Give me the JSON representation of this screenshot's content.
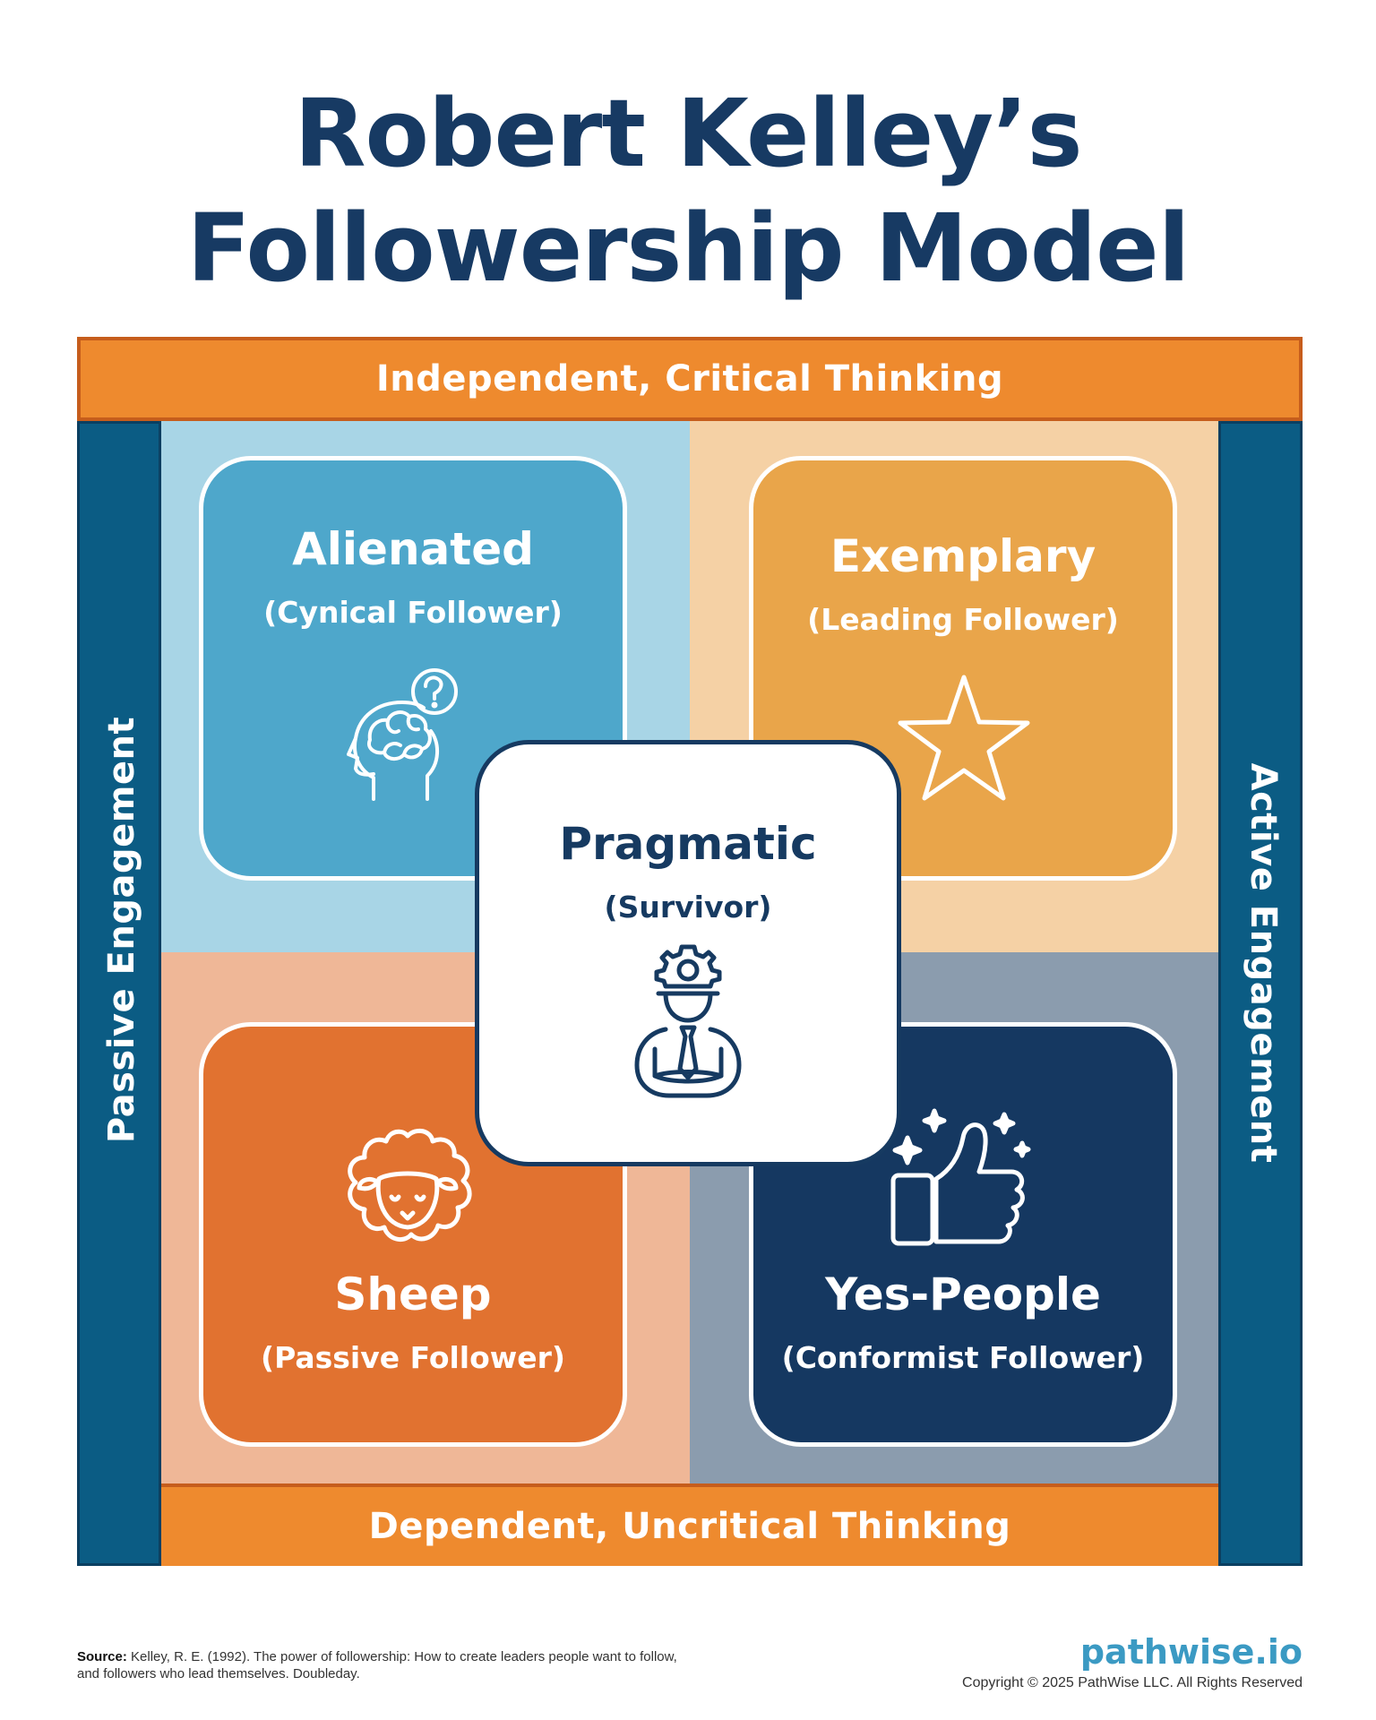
{
  "title": {
    "line1": "Robert Kelley’s",
    "line2": "Followership Model"
  },
  "axes": {
    "top": "Independent, Critical Thinking",
    "bottom": "Dependent, Uncritical Thinking",
    "left": "Passive Engagement",
    "right": "Active Engagement"
  },
  "quadrants": {
    "alienated": {
      "title": "Alienated",
      "subtitle": "(Cynical Follower)",
      "icon": "brain-question-icon"
    },
    "exemplary": {
      "title": "Exemplary",
      "subtitle": "(Leading Follower)",
      "icon": "star-icon"
    },
    "pragmatic": {
      "title": "Pragmatic",
      "subtitle": "(Survivor)",
      "icon": "worker-icon"
    },
    "sheep": {
      "title": "Sheep",
      "subtitle": "(Passive Follower)",
      "icon": "sheep-icon"
    },
    "yes_people": {
      "title": "Yes-People",
      "subtitle": "(Conformist Follower)",
      "icon": "thumbs-up-icon"
    }
  },
  "colors": {
    "navy": "#173a63",
    "orange": "#ee8a2e",
    "teal": "#0b5c84",
    "alienated": "#4ea7cb",
    "exemplary": "#e9a54a",
    "sheep": "#e17230",
    "yes_people": "#153861"
  },
  "footer": {
    "source_label": "Source:",
    "source_text": "Kelley, R. E. (1992). The power of followership: How to create leaders people want to follow, and followers who lead themselves. Doubleday.",
    "brand": "pathwise.io",
    "copyright": "Copyright © 2025 PathWise LLC. All Rights Reserved"
  }
}
